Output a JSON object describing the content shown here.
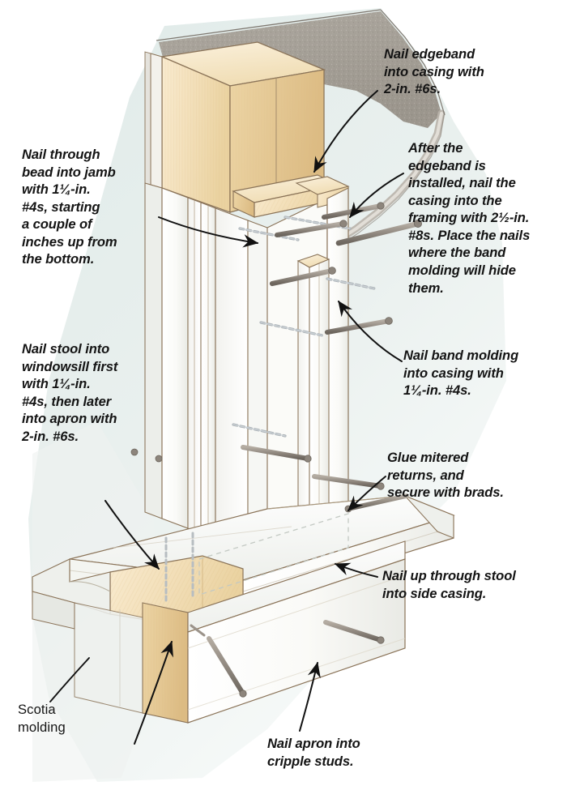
{
  "illustration": {
    "title": "Window trim assembly nailing detail",
    "palette": {
      "background": "#ffffff",
      "wall_tint": "#e4ecea",
      "wood_light": "#f7e7c6",
      "wood_mid": "#eed6a6",
      "wood_dark": "#e0c188",
      "wood_shadow": "#d2ad70",
      "trim_white": "#fdfdfb",
      "trim_shade": "#eeeeea",
      "trim_shade2": "#e2e3df",
      "outline": "#8a7358",
      "outline_dark": "#6d5b45",
      "drywall_gray": "#a9a49c",
      "drywall_edge": "#cfcac2",
      "nail_body": "#9b938a",
      "nail_dark": "#6f6860",
      "ghost_nail": "#b9bfc4",
      "leader": "#111111",
      "text": "#141414"
    },
    "parts": [
      "header",
      "jamb",
      "bead",
      "edgeband",
      "casing",
      "band molding",
      "stool",
      "apron",
      "scotia molding",
      "cripple studs",
      "drywall"
    ]
  },
  "captions": {
    "edgeband": "Nail edgeband\ninto casing with\n2-in. #6s.",
    "after_edgeband": "After the\nedgeband is\ninstalled, nail the\ncasing into the\nframing with 2½-in.\n#8s. Place the nails\nwhere the band\nmolding will hide\nthem.",
    "bead": "Nail through\nbead into jamb\nwith 1¼-in.\n#4s, starting\na couple of\ninches up from\nthe bottom.",
    "band_molding": "Nail band molding\ninto casing with\n1¼-in. #4s.",
    "stool": "Nail stool into\nwindowsill first\nwith 1¼-in.\n#4s, then later\ninto apron with\n2-in. #6s.",
    "glue": "Glue mitered\nreturns, and\nsecure with brads.",
    "up_through_stool": "Nail up through stool\ninto side casing.",
    "scotia": "Scotia\nmolding",
    "apron": "Nail apron into\ncripple studs."
  }
}
